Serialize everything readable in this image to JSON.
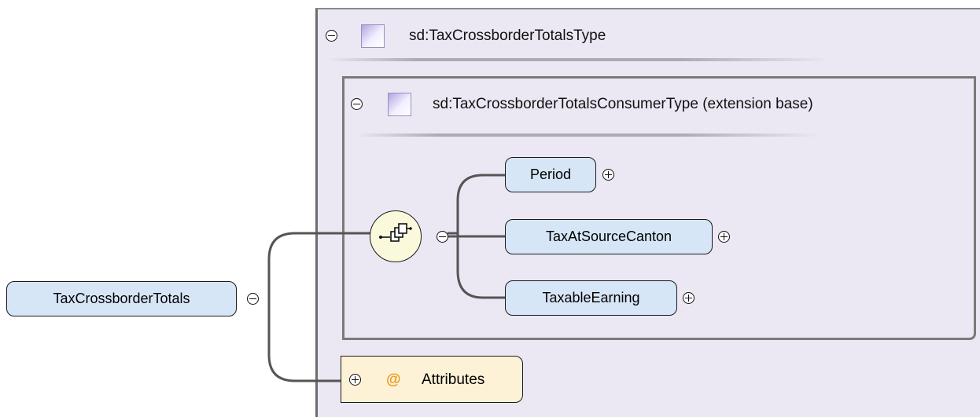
{
  "outer_type": {
    "label": "sd:TaxCrossborderTotalsType"
  },
  "inner_type": {
    "label": "sd:TaxCrossborderTotalsConsumerType (extension base)"
  },
  "root_element": {
    "label": "TaxCrossborderTotals"
  },
  "sequence": {
    "icon": "sequence-compositor-icon"
  },
  "children": [
    {
      "label": "Period"
    },
    {
      "label": "TaxAtSourceCanton"
    },
    {
      "label": "TaxableEarning"
    }
  ],
  "attributes": {
    "symbol": "@",
    "label": "Attributes"
  },
  "colors": {
    "type_background": "#ebe8f3",
    "element_fill": "#d7e6f7",
    "sequence_fill": "#fbf9dc",
    "attributes_fill": "#fdf1d6",
    "attribute_symbol": "#e89b1c",
    "connector": "#555555"
  }
}
